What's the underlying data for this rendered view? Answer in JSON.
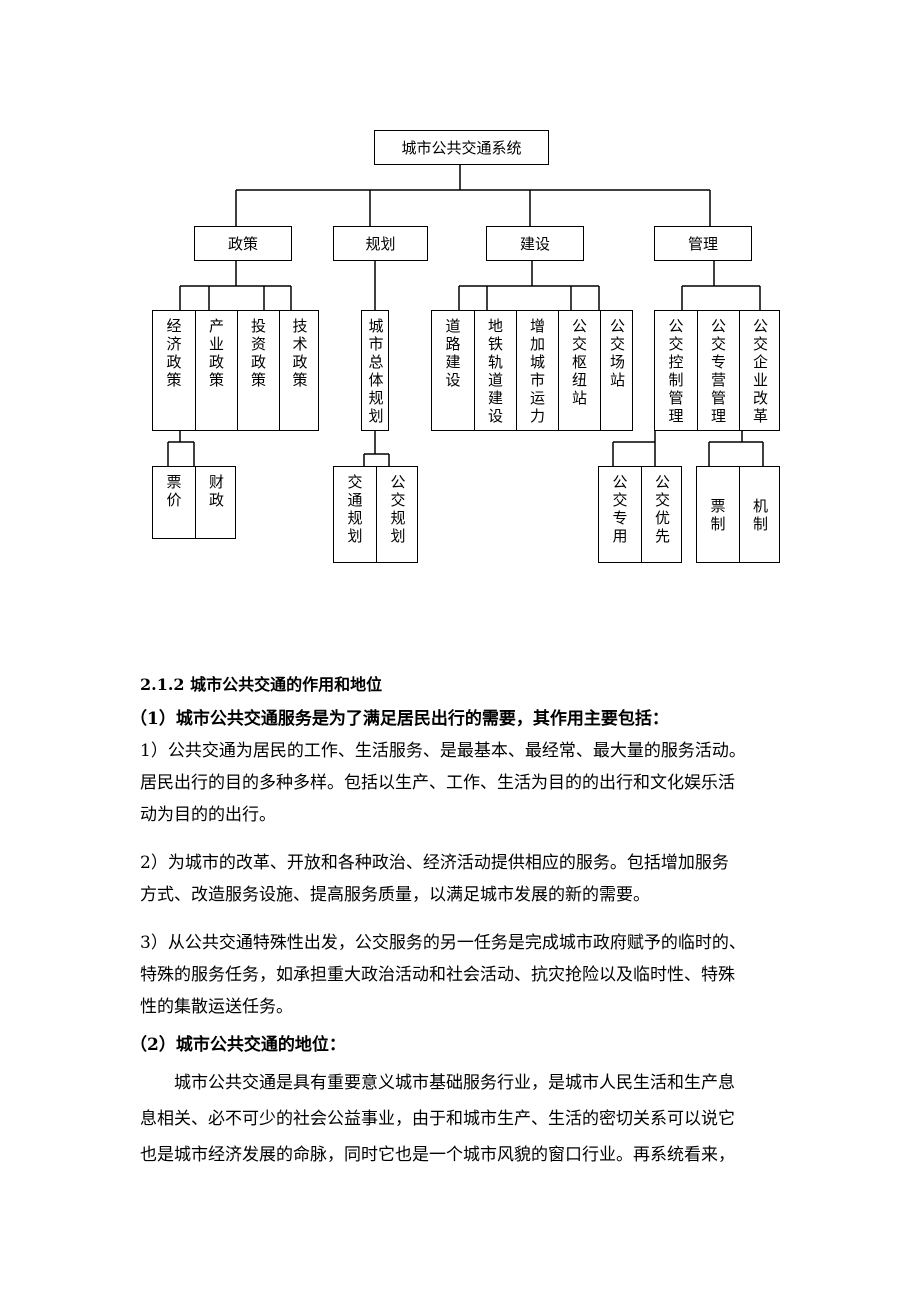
{
  "diagram": {
    "root": "城市公共交通系统",
    "l1": [
      "政策",
      "规划",
      "建设",
      "管理"
    ],
    "policy": [
      "经济政策",
      "产业政策",
      "投资政策",
      "技术政策"
    ],
    "planning": [
      "城市总体规划"
    ],
    "construction": [
      "道路建设",
      "地铁轨道建设",
      "增加城市运力",
      "公交枢纽站",
      "公交场站"
    ],
    "management": [
      "公交控制管理",
      "公交专营管理",
      "公交企业改革"
    ],
    "policy_sub": [
      "票价",
      "财政"
    ],
    "planning_sub": [
      "交通规划",
      "公交规划"
    ],
    "mgmt_sub1": [
      "公交专用",
      "公交优先"
    ],
    "mgmt_sub2": [
      "票制",
      "机制"
    ]
  },
  "text": {
    "heading": "2.1.2  城市公共交通的作用和地位",
    "sub1": "（1）城市公共交通服务是为了满足居民出行的需要，其作用主要包括：",
    "p1_l1": "1）公共交通为居民的工作、生活服务、是最基本、最经常、最大量的服务活动。",
    "p1_l2": "居民出行的目的多种多样。包括以生产、工作、生活为目的的出行和文化娱乐活",
    "p1_l3": "动为目的的出行。",
    "p2_l1": "2）为城市的改革、开放和各种政治、经济活动提供相应的服务。包括增加服务",
    "p2_l2": "方式、改造服务设施、提高服务质量，以满足城市发展的新的需要。",
    "p3_l1": "3）从公共交通特殊性出发，公交服务的另一任务是完成城市政府赋予的临时的、",
    "p3_l2": "特殊的服务任务，如承担重大政治活动和社会活动、抗灾抢险以及临时性、特殊",
    "p3_l3": "性的集散运送任务。",
    "sub2": "（2）城市公共交通的地位：",
    "p4_l1": "城市公共交通是具有重要意义城市基础服务行业，是城市人民生活和生产息",
    "p4_l2": "息相关、必不可少的社会公益事业，由于和城市生产、生活的密切关系可以说它",
    "p4_l3": "也是城市经济发展的命脉，同时它也是一个城市风貌的窗口行业。再系统看来，"
  }
}
